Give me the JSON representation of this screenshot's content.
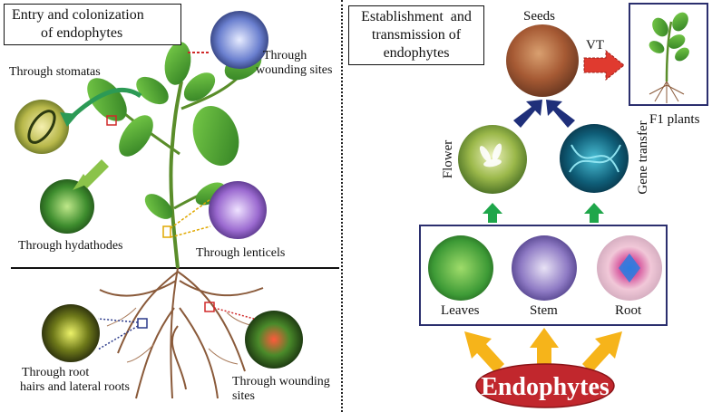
{
  "left_panel": {
    "title_line1": "Entry and colonization",
    "title_line2": "of endophytes",
    "labels": {
      "stomatas": "Through stomatas",
      "wounding_top_line1": "Through",
      "wounding_top_line2": "wounding sites",
      "hydathodes": "Through hydathodes",
      "lenticels": "Through lenticels",
      "root_hairs_line1": "Through root",
      "root_hairs_line2": "hairs and lateral roots",
      "wounding_bottom_line1": "Through wounding",
      "wounding_bottom_line2": "sites"
    }
  },
  "right_panel": {
    "title_line1": "Establishment  and",
    "title_line2": "transmission of",
    "title_line3": "endophytes",
    "seeds": "Seeds",
    "vt": "VT",
    "f1_plants": "F1 plants",
    "flower": "Flower",
    "gene_transfer": "Gene transfer",
    "leaves": "Leaves",
    "stem": "Stem",
    "root": "Root",
    "endophytes": "Endophytes"
  },
  "colors": {
    "endophytes_fill": "#c1272d",
    "blue_arrow": "#1f2f7a",
    "green_arrow": "#1fa64a",
    "yellow_arrow": "#f6b41a",
    "red_arrow": "#e03a2f",
    "box_border": "#2b2f6e"
  }
}
